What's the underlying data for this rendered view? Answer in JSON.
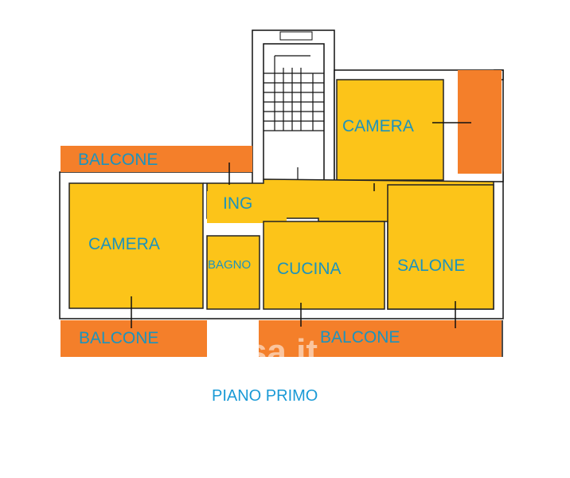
{
  "plan": {
    "rooms": {
      "camera_top": "CAMERA",
      "camera_left": "CAMERA",
      "ingresso": "ING",
      "bagno": "BAGNO",
      "cucina": "CUCINA",
      "salone": "SALONE",
      "balcone_top": "BALCONE",
      "balcone_bottom_left": "BALCONE",
      "balcone_bottom_right": "BALCONE"
    },
    "floor_title": "PIANO PRIMO",
    "watermark": "casa.it"
  },
  "colors": {
    "room": "#fcc419",
    "balcony": "#f47f2a",
    "label": "#1c93bd"
  }
}
